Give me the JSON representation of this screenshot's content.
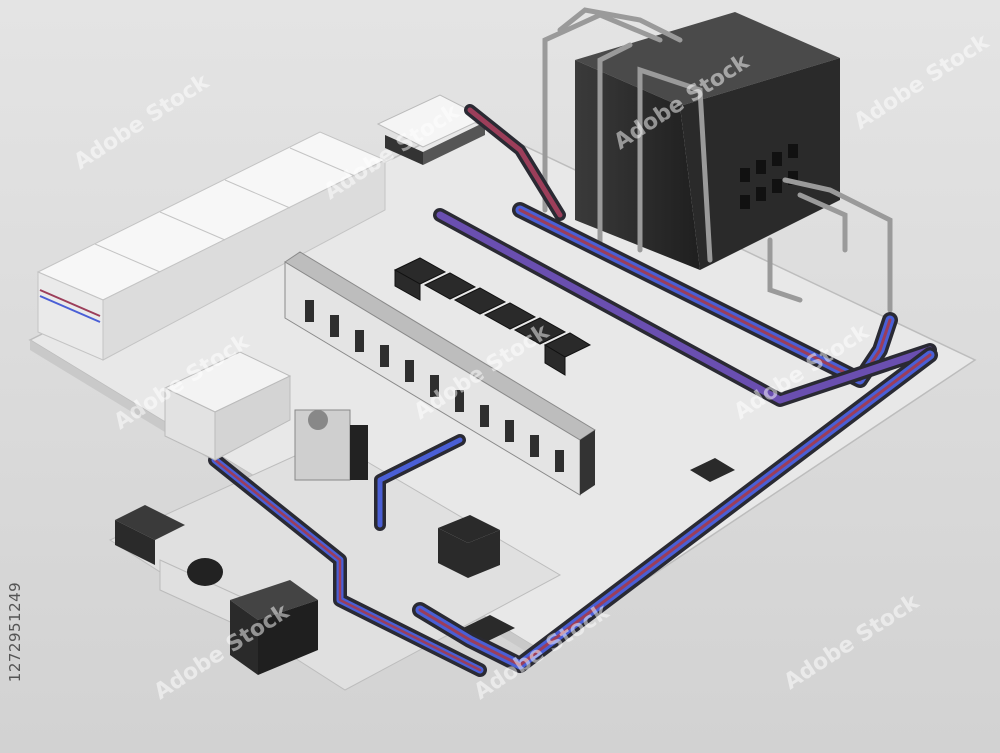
{
  "image": {
    "description_kind": "3D render of an industrial electrical / data-center installation viewed isometrically",
    "stock_id": "1272951249",
    "watermark_text": "Adobe Stock",
    "colors": {
      "background": "#dcdcdc",
      "floor": "#e6e6e6",
      "cable_blue": "#4a5fd6",
      "cable_red": "#9c3e5a",
      "cable_dark": "#2a2a33",
      "equipment_dark": "#2b2b2b",
      "equipment_light": "#f2f2f2"
    }
  }
}
